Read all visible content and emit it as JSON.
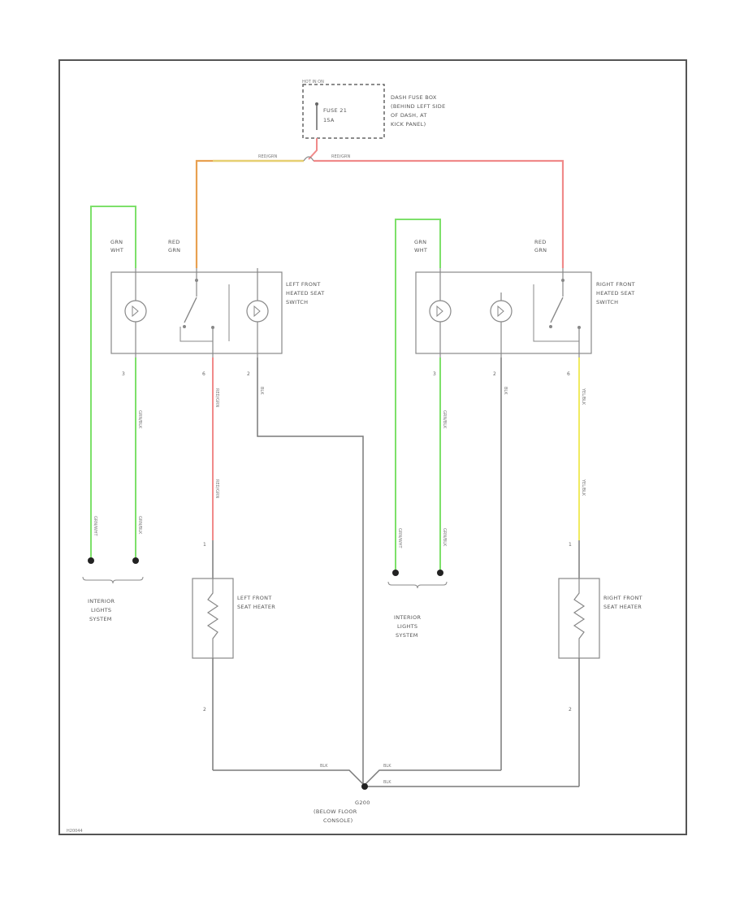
{
  "fuse_box": {
    "hot_label": "HOT IN ON",
    "fuse_label": "FUSE 21",
    "amp_label": "15A",
    "desc": [
      "DASH FUSE BOX",
      "(BEHIND LEFT SIDE",
      "OF DASH, AT",
      "KICK PANEL)"
    ]
  },
  "left_switch": {
    "name": [
      "LEFT FRONT",
      "HEATED SEAT",
      "SWITCH"
    ],
    "term_a": [
      "GRN",
      "WHT"
    ],
    "term_b": [
      "RED",
      "GRN"
    ],
    "pins": [
      "3",
      "6",
      "2"
    ]
  },
  "right_switch": {
    "name": [
      "RIGHT FRONT",
      "HEATED SEAT",
      "SWITCH"
    ],
    "term_a": [
      "GRN",
      "WHT"
    ],
    "term_b": [
      "RED",
      "GRN"
    ],
    "pins": [
      "3",
      "2",
      "6"
    ]
  },
  "left_heater": {
    "name": [
      "LEFT FRONT",
      "SEAT HEATER"
    ],
    "pin_top": "1",
    "pin_bot": "2"
  },
  "right_heater": {
    "name": [
      "RIGHT FRONT",
      "SEAT HEATER"
    ],
    "pin_top": "1",
    "pin_bot": "2"
  },
  "left_interior": [
    "INTERIOR",
    "LIGHTS",
    "SYSTEM"
  ],
  "right_interior": [
    "INTERIOR",
    "LIGHTS",
    "SYSTEM"
  ],
  "ground": {
    "id": "G200",
    "desc": [
      "(BELOW FLOOR",
      "CONSOLE)"
    ]
  },
  "wire_labels": {
    "top_left": "RED/GRN",
    "top_right": "RED/GRN",
    "grn_blk": "GRN/BLK",
    "grn_wht": "GRN/WHT",
    "red_grn": "RED/GRN",
    "blk": "BLK",
    "yel_blk": "YEL/BLK"
  },
  "colors": {
    "green": "#7de06a",
    "red": "#f08a8a",
    "orange": "#e8a050",
    "yellow": "#f0ea60",
    "gray": "#7a7a7a"
  },
  "footer_code": "H20044"
}
